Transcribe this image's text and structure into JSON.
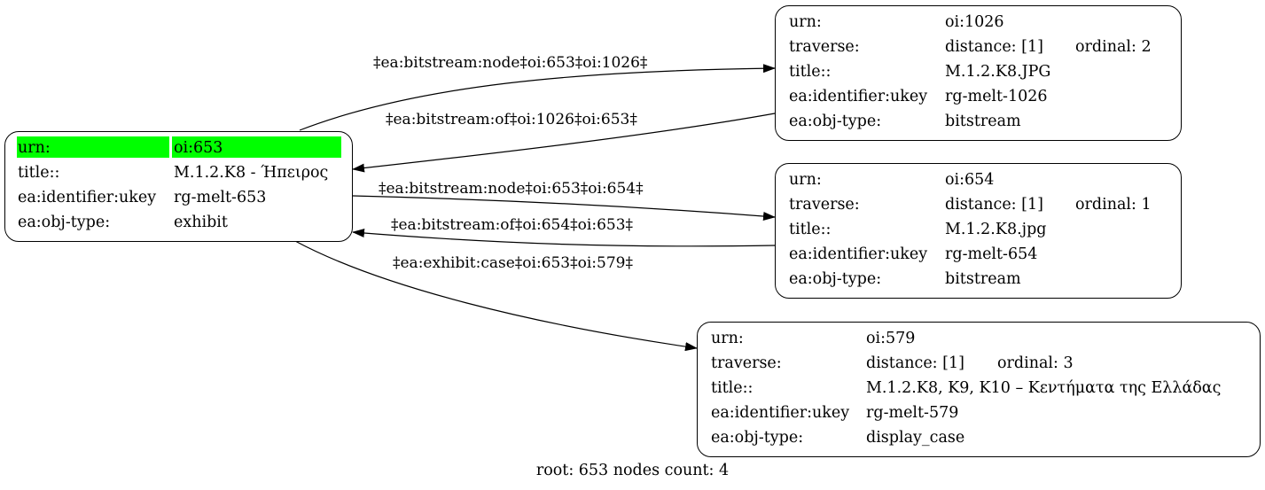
{
  "root_node": {
    "urn_label": "urn:",
    "urn_value": "oi:653",
    "title_label": "title::",
    "title_value": "M.1.2.K8 - Ήπειρος",
    "ukey_label": "ea:identifier:ukey",
    "ukey_value": "rg-melt-653",
    "type_label": "ea:obj-type:",
    "type_value": "exhibit",
    "highlight_color": "#00ff00"
  },
  "node_1026": {
    "urn_label": "urn:",
    "urn_value": "oi:1026",
    "traverse_label": "traverse:",
    "distance": "distance: [1]",
    "ordinal": "ordinal: 2",
    "title_label": "title::",
    "title_value": "M.1.2.K8.JPG",
    "ukey_label": "ea:identifier:ukey",
    "ukey_value": "rg-melt-1026",
    "type_label": "ea:obj-type:",
    "type_value": "bitstream"
  },
  "node_654": {
    "urn_label": "urn:",
    "urn_value": "oi:654",
    "traverse_label": "traverse:",
    "distance": "distance: [1]",
    "ordinal": "ordinal: 1",
    "title_label": "title::",
    "title_value": "M.1.2.K8.jpg",
    "ukey_label": "ea:identifier:ukey",
    "ukey_value": "rg-melt-654",
    "type_label": "ea:obj-type:",
    "type_value": "bitstream"
  },
  "node_579": {
    "urn_label": "urn:",
    "urn_value": "oi:579",
    "traverse_label": "traverse:",
    "distance": "distance: [1]",
    "ordinal": "ordinal: 3",
    "title_label": "title::",
    "title_value": "M.1.2.K8, K9, K10 – Κεντήματα της Ελλάδας",
    "ukey_label": "ea:identifier:ukey",
    "ukey_value": "rg-melt-579",
    "type_label": "ea:obj-type:",
    "type_value": "display_case"
  },
  "edges": [
    {
      "label": "‡ea:bitstream:node‡oi:653‡oi:1026‡"
    },
    {
      "label": "‡ea:bitstream:of‡oi:1026‡oi:653‡"
    },
    {
      "label": "‡ea:bitstream:node‡oi:653‡oi:654‡"
    },
    {
      "label": "‡ea:bitstream:of‡oi:654‡oi:653‡"
    },
    {
      "label": "‡ea:exhibit:case‡oi:653‡oi:579‡"
    }
  ],
  "footer": "root: 653 nodes count: 4"
}
